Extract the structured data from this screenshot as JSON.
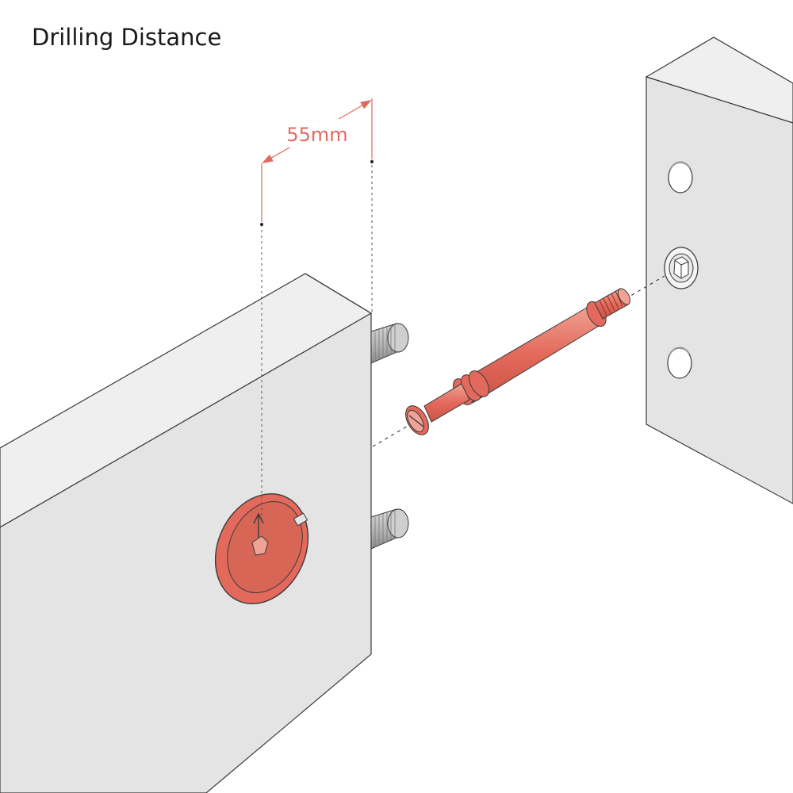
{
  "title": "Drilling Distance",
  "dimension": {
    "label": "55mm"
  },
  "colors": {
    "accent": "#e3695c",
    "accent_light": "#f0a394",
    "panel_face": "#e4e4e4",
    "panel_top": "#efefef",
    "panel_side": "#d6d6d6",
    "outline": "#3a3a3a",
    "hole": "#ffffff"
  },
  "icons": [
    "cam-lock-disc",
    "connecting-bolt",
    "hex-socket",
    "wooden-dowel"
  ]
}
